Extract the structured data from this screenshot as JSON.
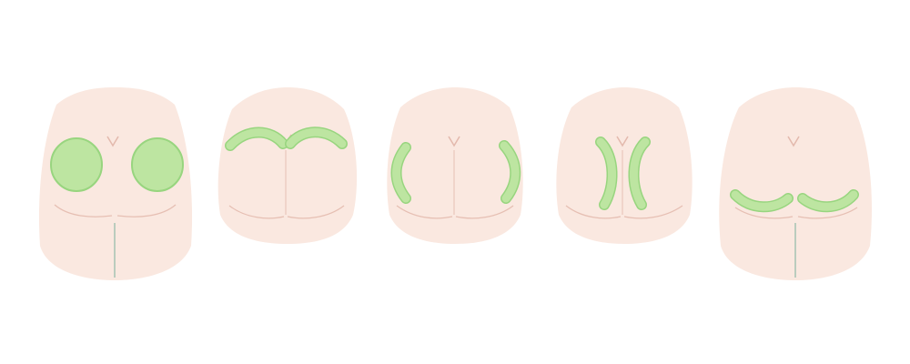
{
  "colors": {
    "background": "#ffffff",
    "skin": "#fae8e0",
    "skin_shadow": "#f2d3c8",
    "crease": "#e6bfb3",
    "cleft": "#e3b9ad",
    "zone_fill": "#bde5a1",
    "zone_stroke": "#98d57f",
    "divider_line": "#8fb9a8"
  },
  "figures": [
    {
      "id": "figure-1",
      "zone_shape": "full-circles",
      "zone_icon": "circle-zones-icon"
    },
    {
      "id": "figure-2",
      "zone_shape": "upper-arcs",
      "zone_icon": "upper-arc-zones-icon"
    },
    {
      "id": "figure-3",
      "zone_shape": "outer-side-arcs",
      "zone_icon": "side-arc-zones-icon"
    },
    {
      "id": "figure-4",
      "zone_shape": "inner-side-arcs",
      "zone_icon": "inner-arc-zones-icon"
    },
    {
      "id": "figure-5",
      "zone_shape": "lower-arcs",
      "zone_icon": "lower-arc-zones-icon"
    }
  ]
}
